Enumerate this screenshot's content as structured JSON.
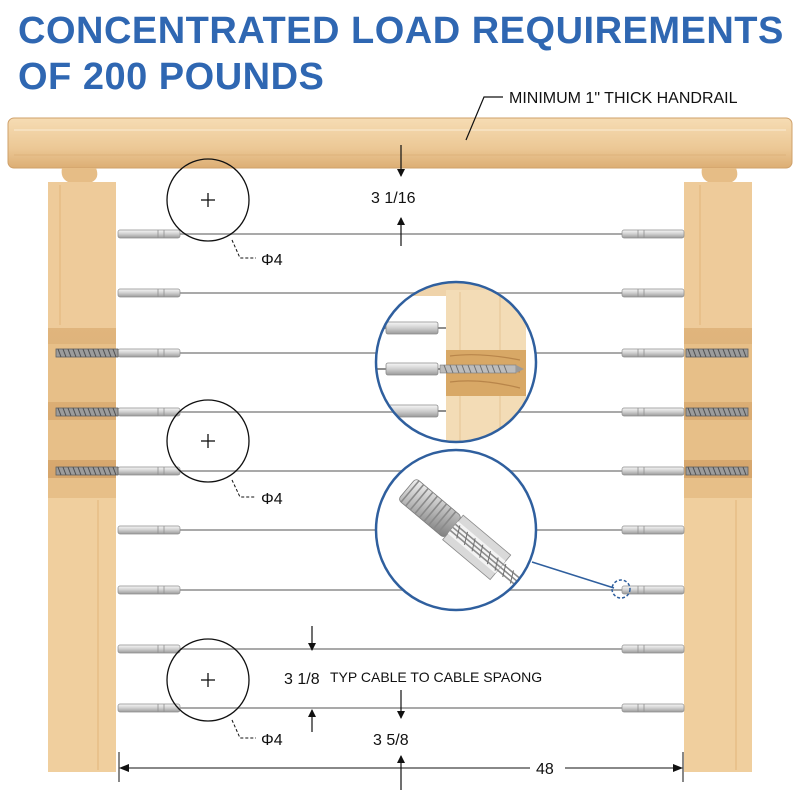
{
  "title": {
    "line1": "CONCENTRATED LOAD REQUIREMENTS",
    "line2": "OF 200 POUNDS"
  },
  "labels": {
    "handrail": "MINIMUM 1\" THICK HANDRAIL",
    "top_gap": "3 1/16",
    "cable_spacing_value": "3 1/8",
    "cable_spacing_text": "TYP CABLE TO CABLE SPAONG",
    "bottom_gap": "3 5/8",
    "width": "48",
    "load_circle_1": "Φ4",
    "load_circle_2": "Φ4",
    "load_circle_3": "Φ4"
  },
  "colors": {
    "title": "#2f67b2",
    "wood_light": "#f2d4a8",
    "wood_mid": "#e8c08c",
    "wood_dark": "#d9a86c",
    "cable": "#a7a7a7",
    "callout": "#2f5f9e"
  },
  "icons": {
    "load_circle": "crosshair-circle-icon",
    "fitting": "cable-tensioner-icon",
    "lag_screw": "lag-screw-icon"
  },
  "cable_count": 9
}
